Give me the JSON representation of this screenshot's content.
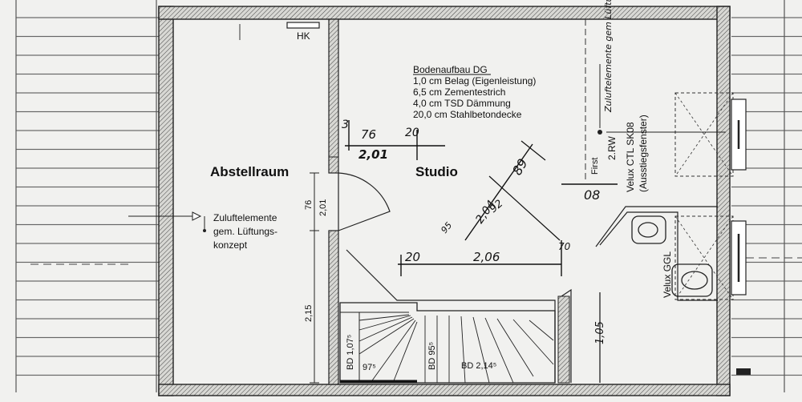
{
  "rooms": {
    "storage": "Abstellraum",
    "studio": "Studio"
  },
  "heater": "HK",
  "floor_build": {
    "title": "Bodenaufbau DG",
    "layers": [
      "1,0 cm Belag (Eigenleistung)",
      "6,5 cm Zementestrich",
      "4,0 cm TSD Dämmung",
      "20,0 cm Stahlbetondecke"
    ]
  },
  "ventilation_note": [
    "Zuluftelemente",
    "gem. Lüftungs-",
    "konzept"
  ],
  "windows": {
    "top_label": "Velux CTL SK08",
    "top_sub": "(Ausstiegsfenster)",
    "top_code": "2.RW",
    "bottom_label": "Velux GGL",
    "first": "First"
  },
  "dimensions": {
    "wall_left": "2,01",
    "wall_76": "76",
    "wall_215": "2,15",
    "bd_107": "BD 1,07⁵",
    "bd_95": "BD 95⁵",
    "bd_214": "BD 2,14⁵",
    "stair_97": "97⁵",
    "right_105": "1,05"
  },
  "handwritten": {
    "top_3": "3",
    "top_76": "76",
    "top_20": "20",
    "top_201": "2,01",
    "mid_20": "20",
    "mid_206": "2,06",
    "diag_89": "89",
    "diag_204": "2,04",
    "diag_92": "92",
    "diag_95": "95",
    "right_08": "08",
    "right_70": "70",
    "side_note": "Zuluftelemente gem Lüftung konzept"
  }
}
